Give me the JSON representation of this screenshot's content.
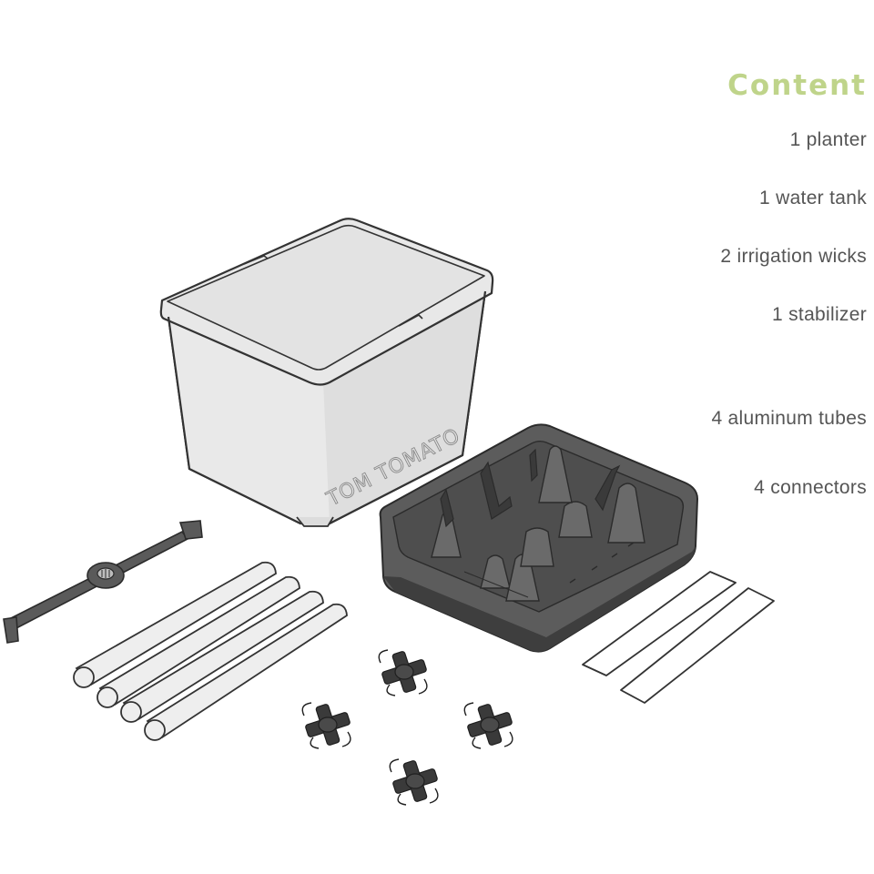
{
  "content": {
    "title": "Content",
    "title_color": "#bfd48a",
    "items": [
      "1 planter",
      "1 water tank",
      "2 irrigation wicks",
      "1 stabilizer",
      "4 aluminum tubes",
      "4 connectors"
    ]
  },
  "planter": {
    "brand_label": "TOM TOMATO"
  },
  "colors": {
    "planter_fill": "#e6e6e6",
    "outline": "#333333",
    "tank_fill": "#5c5c5c",
    "tank_dark": "#3e3e3e",
    "stabilizer_fill": "#5a5a5a",
    "connector_fill": "#3a3a3a"
  }
}
